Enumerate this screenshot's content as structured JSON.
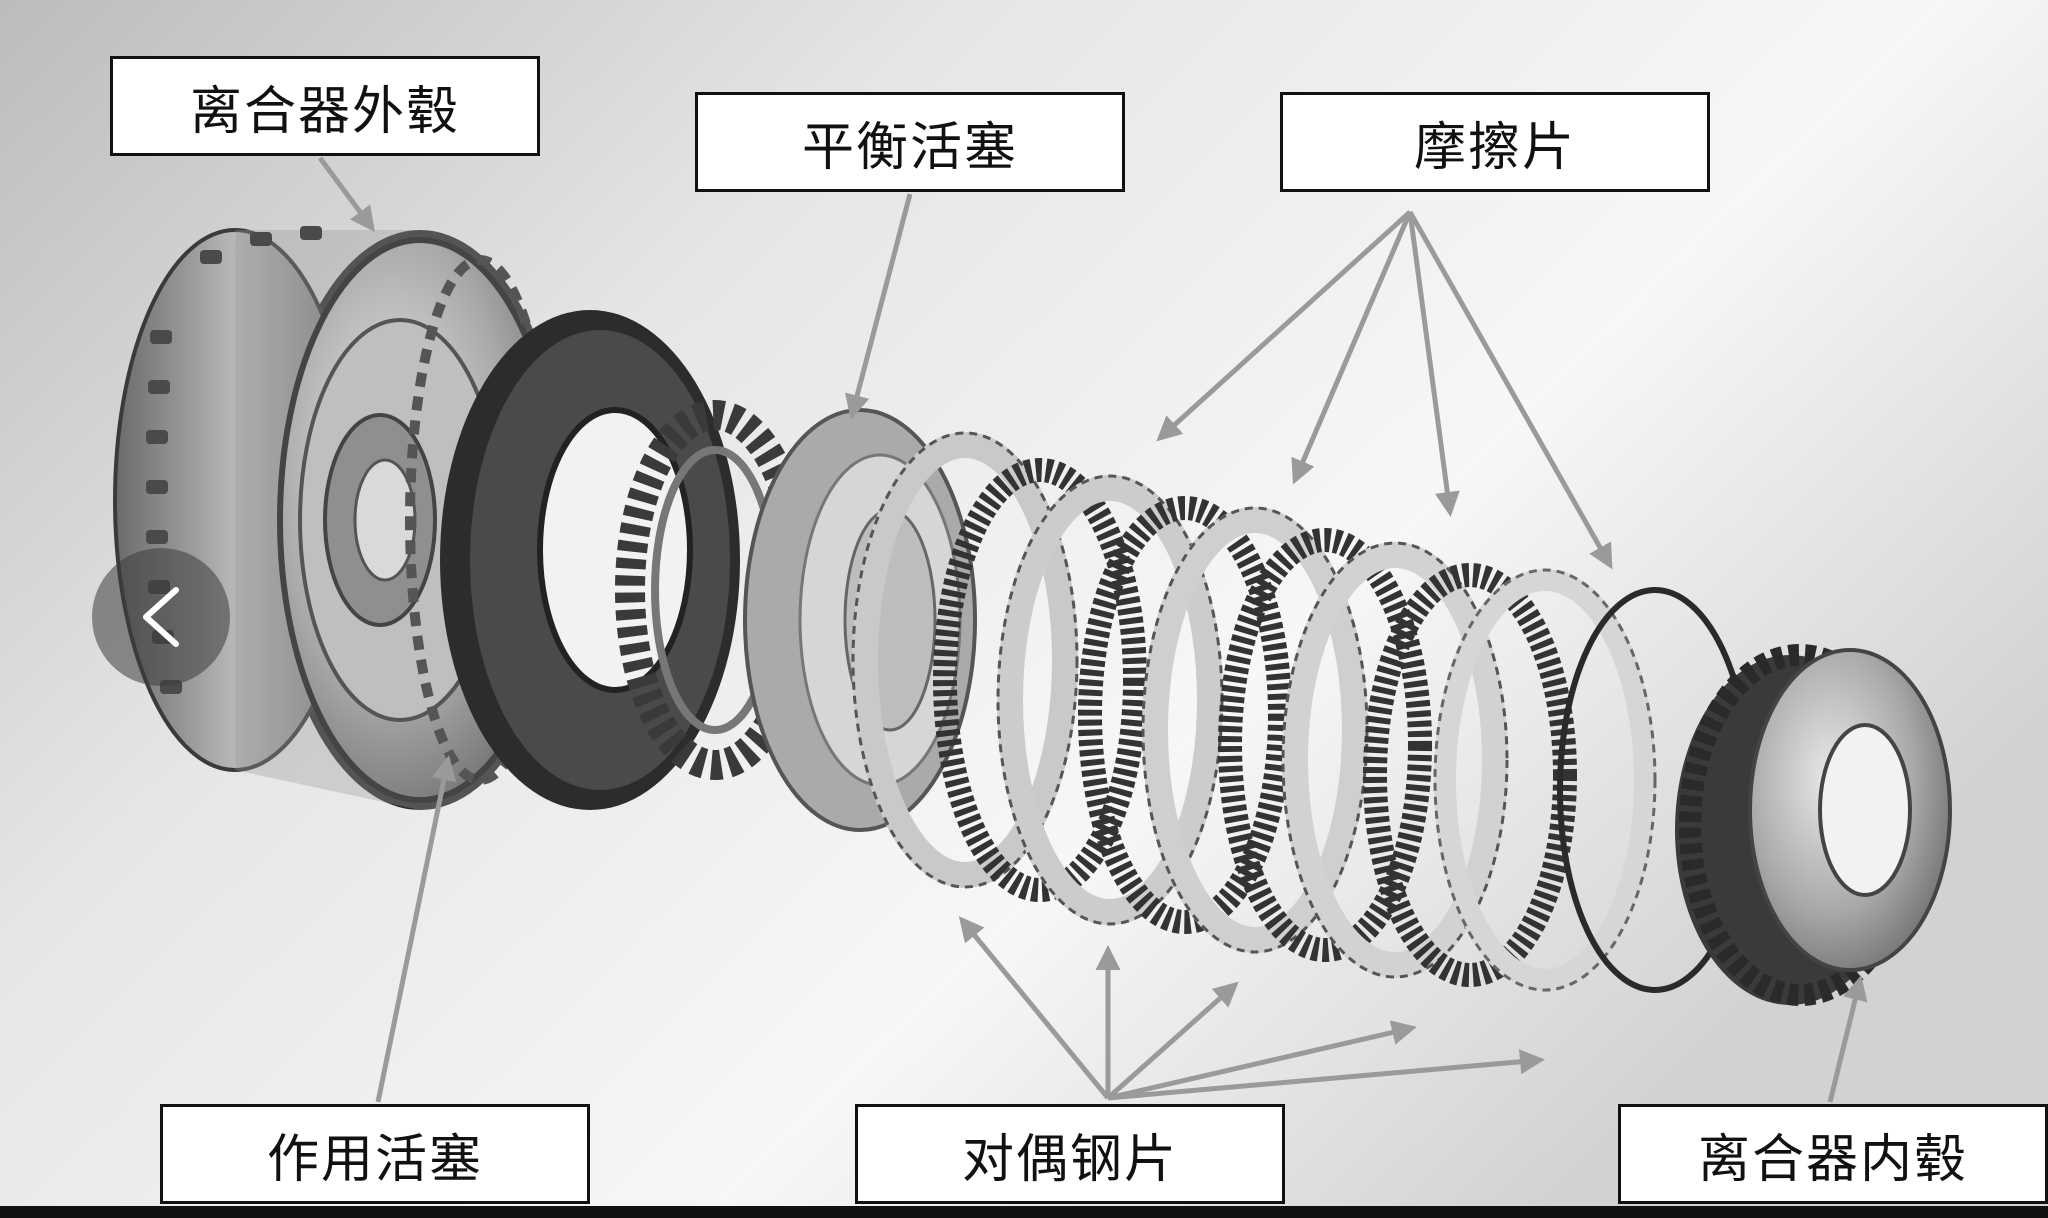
{
  "labels": {
    "outer_hub": "离合器外毂",
    "balance_piston": "平衡活塞",
    "friction_plates": "摩擦片",
    "apply_piston": "作用活塞",
    "steel_plates": "对偶钢片",
    "inner_hub": "离合器内毂"
  },
  "nav": {
    "prev_icon": "chevron-left-icon"
  },
  "colors": {
    "background_light": "#f4f4f4",
    "background_dark": "#bdbdbd",
    "metal": "#8c8c8c",
    "arrow": "#9a9a9a",
    "frame": "#111111"
  }
}
